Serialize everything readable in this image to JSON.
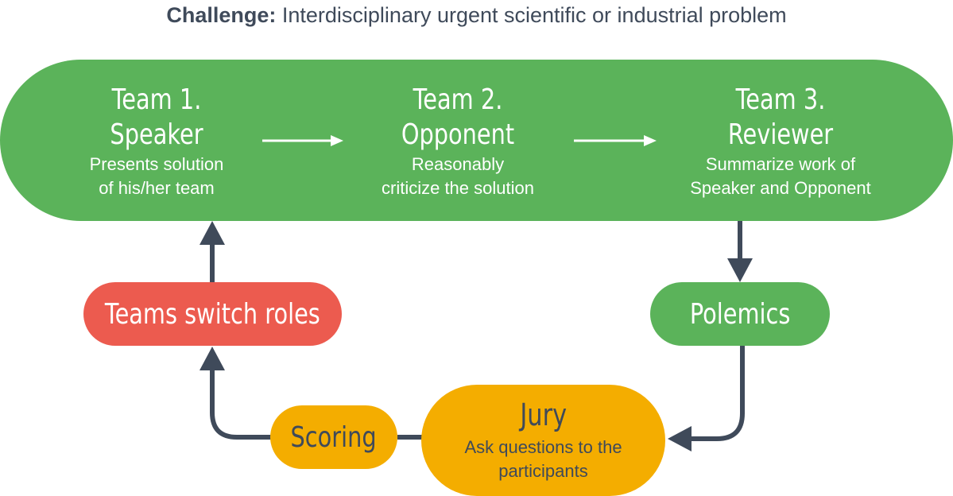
{
  "header": {
    "challenge_label": "Challenge:",
    "challenge_text": "Interdisciplinary urgent scientific or industrial problem"
  },
  "roles": [
    {
      "title_line1": "Team 1.",
      "title_line2": "Speaker",
      "desc_line1": "Presents solution",
      "desc_line2": "of his/her team"
    },
    {
      "title_line1": "Team 2.",
      "title_line2": "Opponent",
      "desc_line1": "Reasonably",
      "desc_line2": "criticize  the solution"
    },
    {
      "title_line1": "Team 3.",
      "title_line2": "Reviewer",
      "desc_line1": "Summarize work of",
      "desc_line2": "Speaker and Opponent"
    }
  ],
  "nodes": {
    "switch_roles": "Teams switch roles",
    "polemics": "Polemics",
    "scoring": "Scoring",
    "jury": "Jury",
    "jury_desc": "Ask questions to the participants"
  },
  "colors": {
    "green": "#5bb35a",
    "red": "#ec5b4f",
    "amber": "#f4ad00",
    "navy": "#3f4a5a",
    "white": "#ffffff"
  }
}
